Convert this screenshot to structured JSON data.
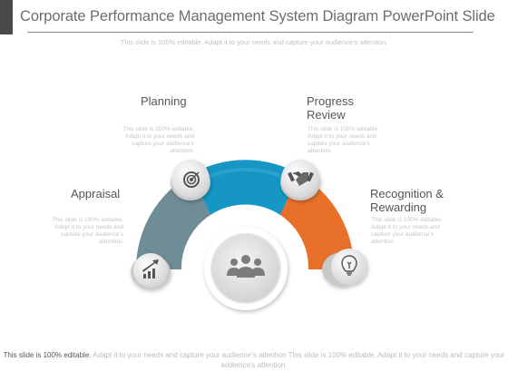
{
  "title": "Corporate Performance Management System Diagram PowerPoint Slide",
  "subtitle": "This slide is 100% editable. Adapt it to your needs and capture your audience's attention.",
  "segments": [
    {
      "key": "appraisal",
      "label": "Appraisal",
      "description": "This slide is 100% editable. Adapt it to your needs and capture your audience's attention.",
      "icon": "bar-chart-arrow-icon",
      "color": "#6f8d96"
    },
    {
      "key": "planning",
      "label": "Planning",
      "description": "This slide is 100% editable. Adapt it to your needs and capture your audience's attention.",
      "icon": "target-icon",
      "color": "#1596c4"
    },
    {
      "key": "progress",
      "label": "Progress Review",
      "description": "This slide is 100% editable. Adapt it to your needs and capture your audience's attention.",
      "icon": "handshake-icon",
      "color": "#1596c4"
    },
    {
      "key": "recognition",
      "label": "Recognition & Rewarding",
      "description": "This slide is 100% editable. Adapt it to your needs and capture your audience's attention.",
      "icon": "lightbulb-icon",
      "color": "#e8702a"
    }
  ],
  "center_icon": "team-icon",
  "footer": {
    "bold": "This slide is 100% editable.",
    "text": "Adapt it to your needs and capture your audience's attention This slide is 100% editable. Adapt it to your needs and capture your audience's attention."
  }
}
